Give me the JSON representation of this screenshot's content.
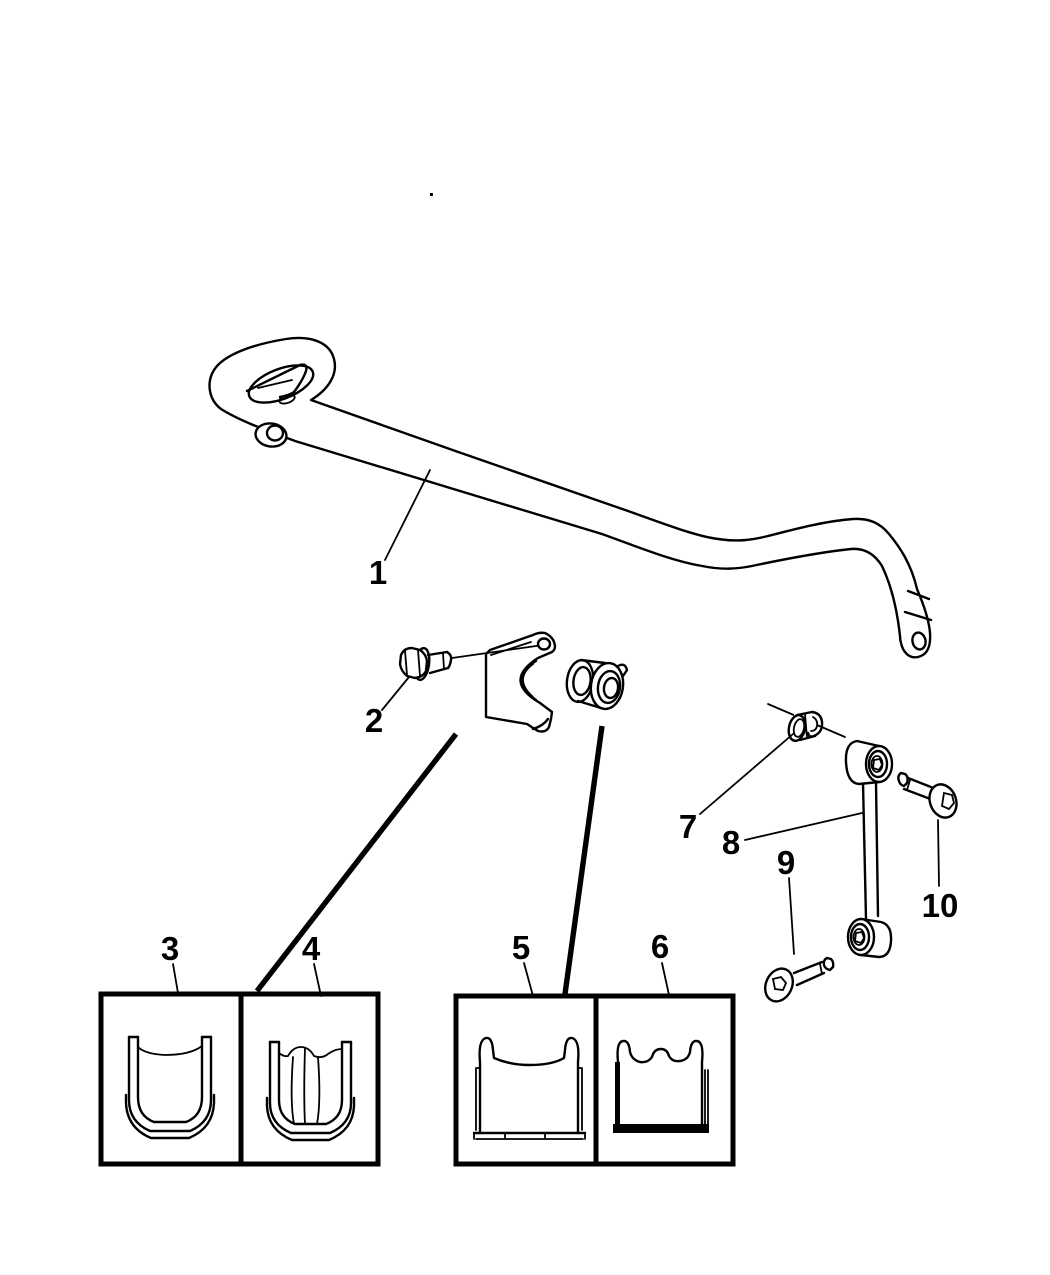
{
  "page": {
    "background_color": "#ffffff",
    "ink_color": "#000000"
  },
  "diagram": {
    "type": "exploded-parts-line-drawing",
    "callouts": [
      {
        "number": "1",
        "part": "stabilizer-bar"
      },
      {
        "number": "2",
        "part": "clamp-bolt"
      },
      {
        "number": "3",
        "part": "retainer-variant-a"
      },
      {
        "number": "4",
        "part": "retainer-with-bushing"
      },
      {
        "number": "5",
        "part": "clamp-variant-a"
      },
      {
        "number": "6",
        "part": "clamp-variant-b"
      },
      {
        "number": "7",
        "part": "link-nut"
      },
      {
        "number": "8",
        "part": "stabilizer-link"
      },
      {
        "number": "9",
        "part": "link-bolt-lower"
      },
      {
        "number": "10",
        "part": "link-bolt-upper"
      }
    ]
  }
}
